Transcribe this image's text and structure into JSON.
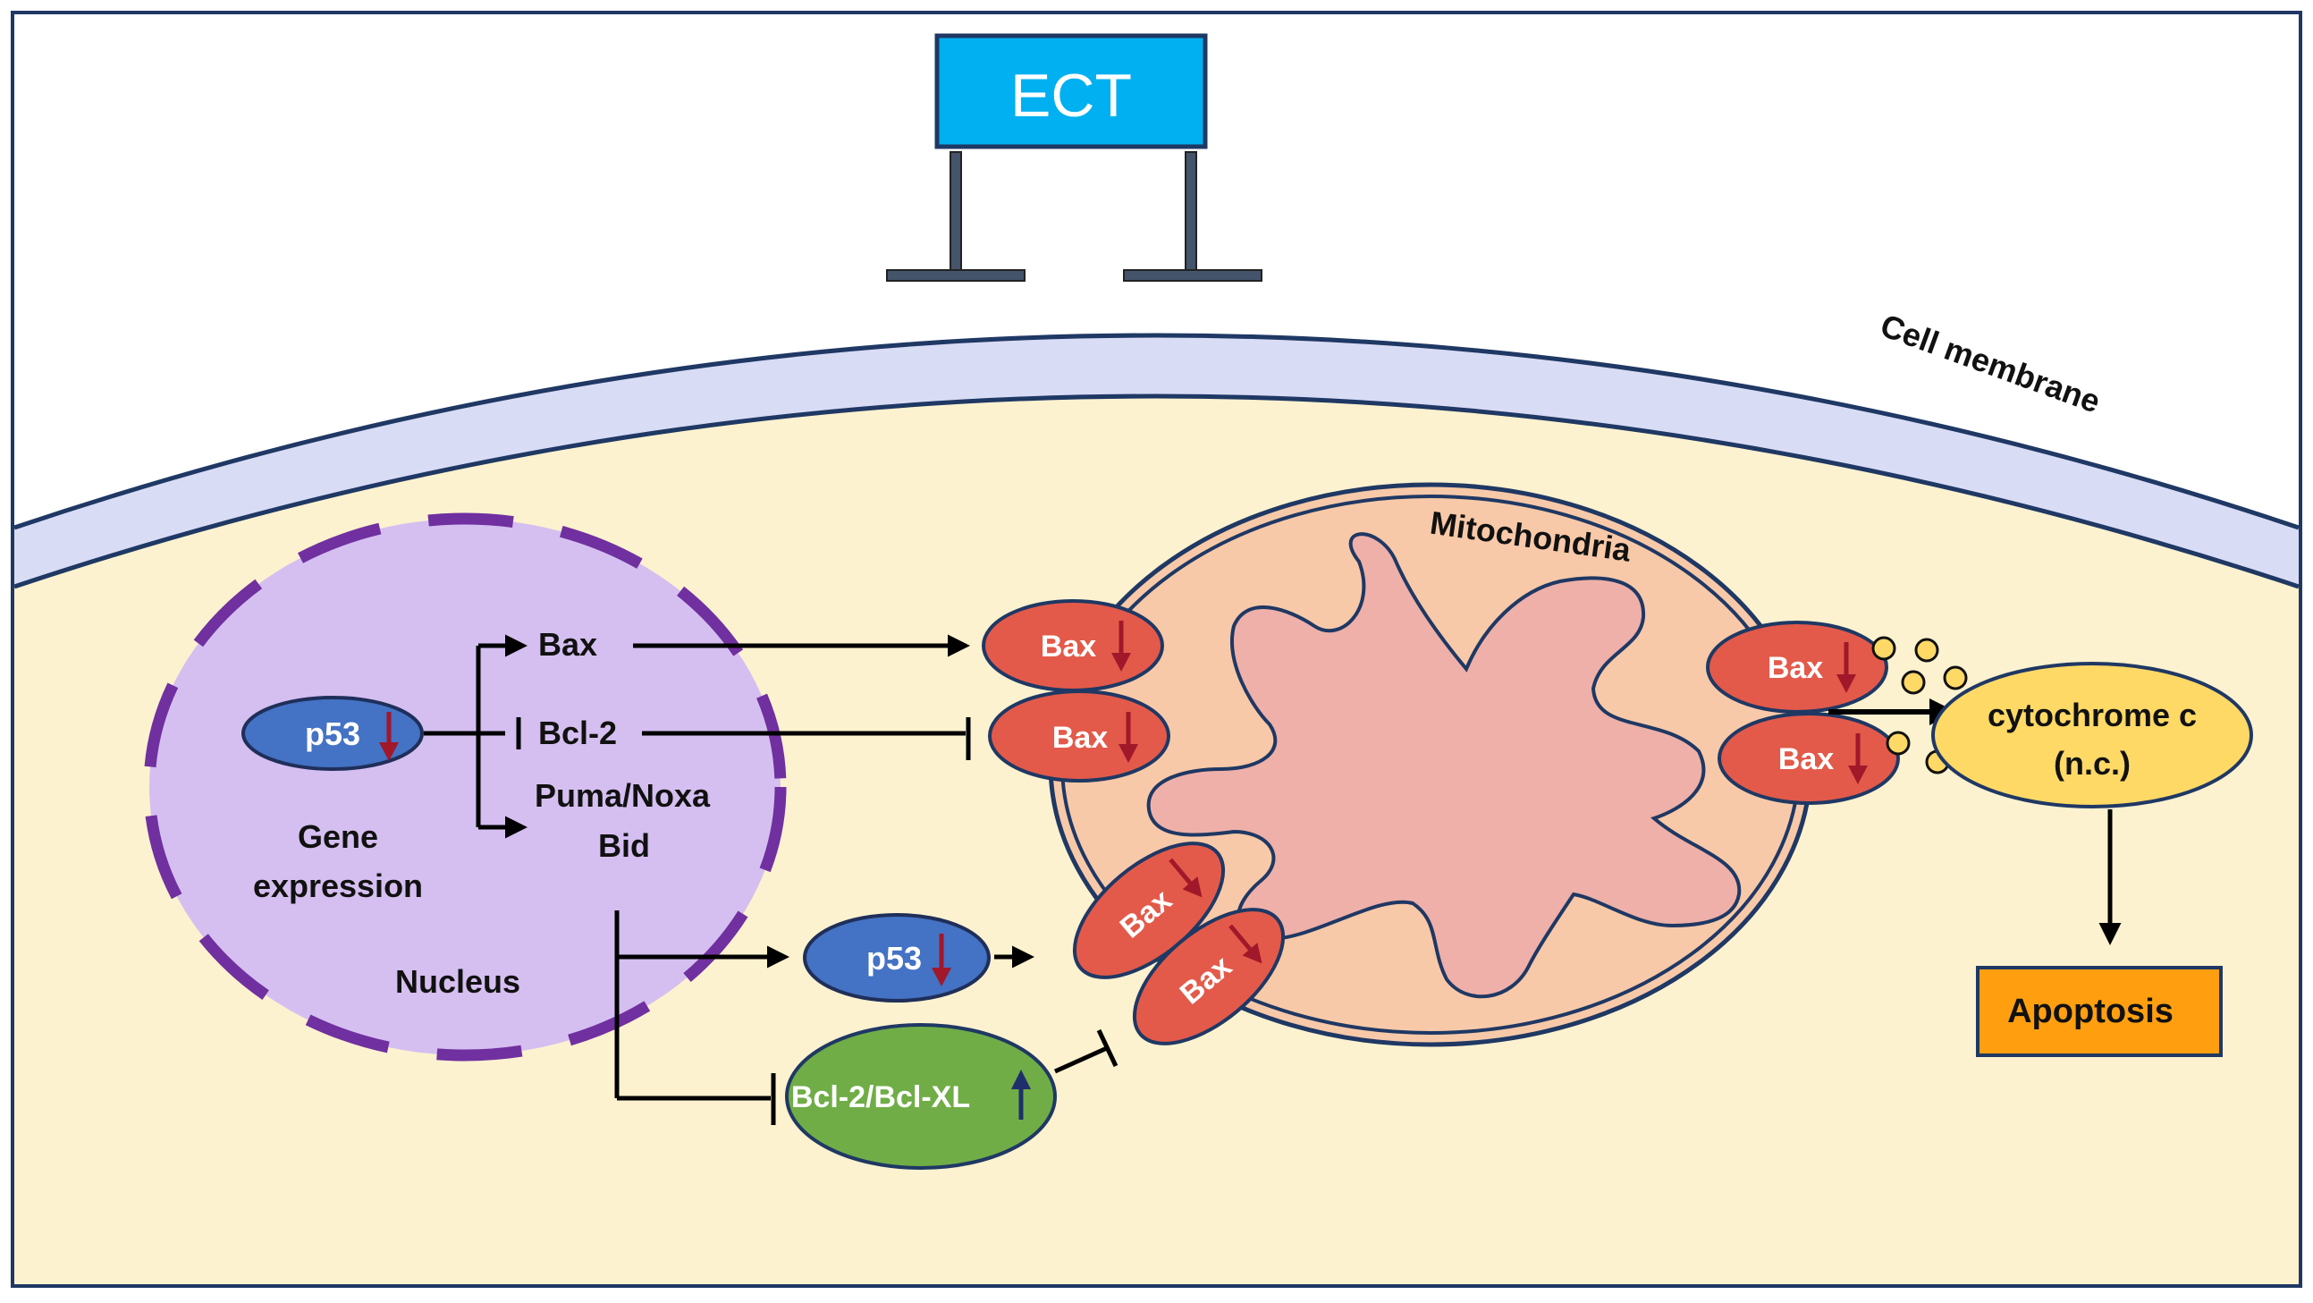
{
  "labels": {
    "ect": "ECT",
    "cell_membrane": "Cell membrane",
    "mitochondria": "Mitochondria",
    "nucleus": "Nucleus",
    "gene_expression_line1": "Gene",
    "gene_expression_line2": "expression",
    "p53": "p53",
    "bax": "Bax",
    "bcl2": "Bcl-2",
    "puma_noxa": "Puma/Noxa",
    "bid": "Bid",
    "bcl2_bclxl": "Bcl-2/Bcl-XL",
    "cytochrome_line1": "cytochrome c",
    "cytochrome_line2": "(n.c.)",
    "apoptosis": "Apoptosis"
  },
  "colors": {
    "ect_box": "#00b0f0",
    "membrane": "#d9dcf5",
    "cytoplasm": "#fdf2cf",
    "nucleus_fill": "#d5bff0",
    "nucleus_border": "#7030a0",
    "p53_fill": "#4472c4",
    "bax_fill": "#e35a4a",
    "bcl_xl_fill": "#70ad47",
    "mito_outer": "#f8c9a8",
    "mito_inner": "#eeb0a8",
    "cytochrome_fill": "#ffd966",
    "apoptosis_fill": "#ff9f10",
    "down_arrow": "#a0182a",
    "up_arrow": "#1f2f6b"
  },
  "indicators": {
    "p53": "down",
    "bax": "down",
    "bcl2_bclxl": "up"
  }
}
